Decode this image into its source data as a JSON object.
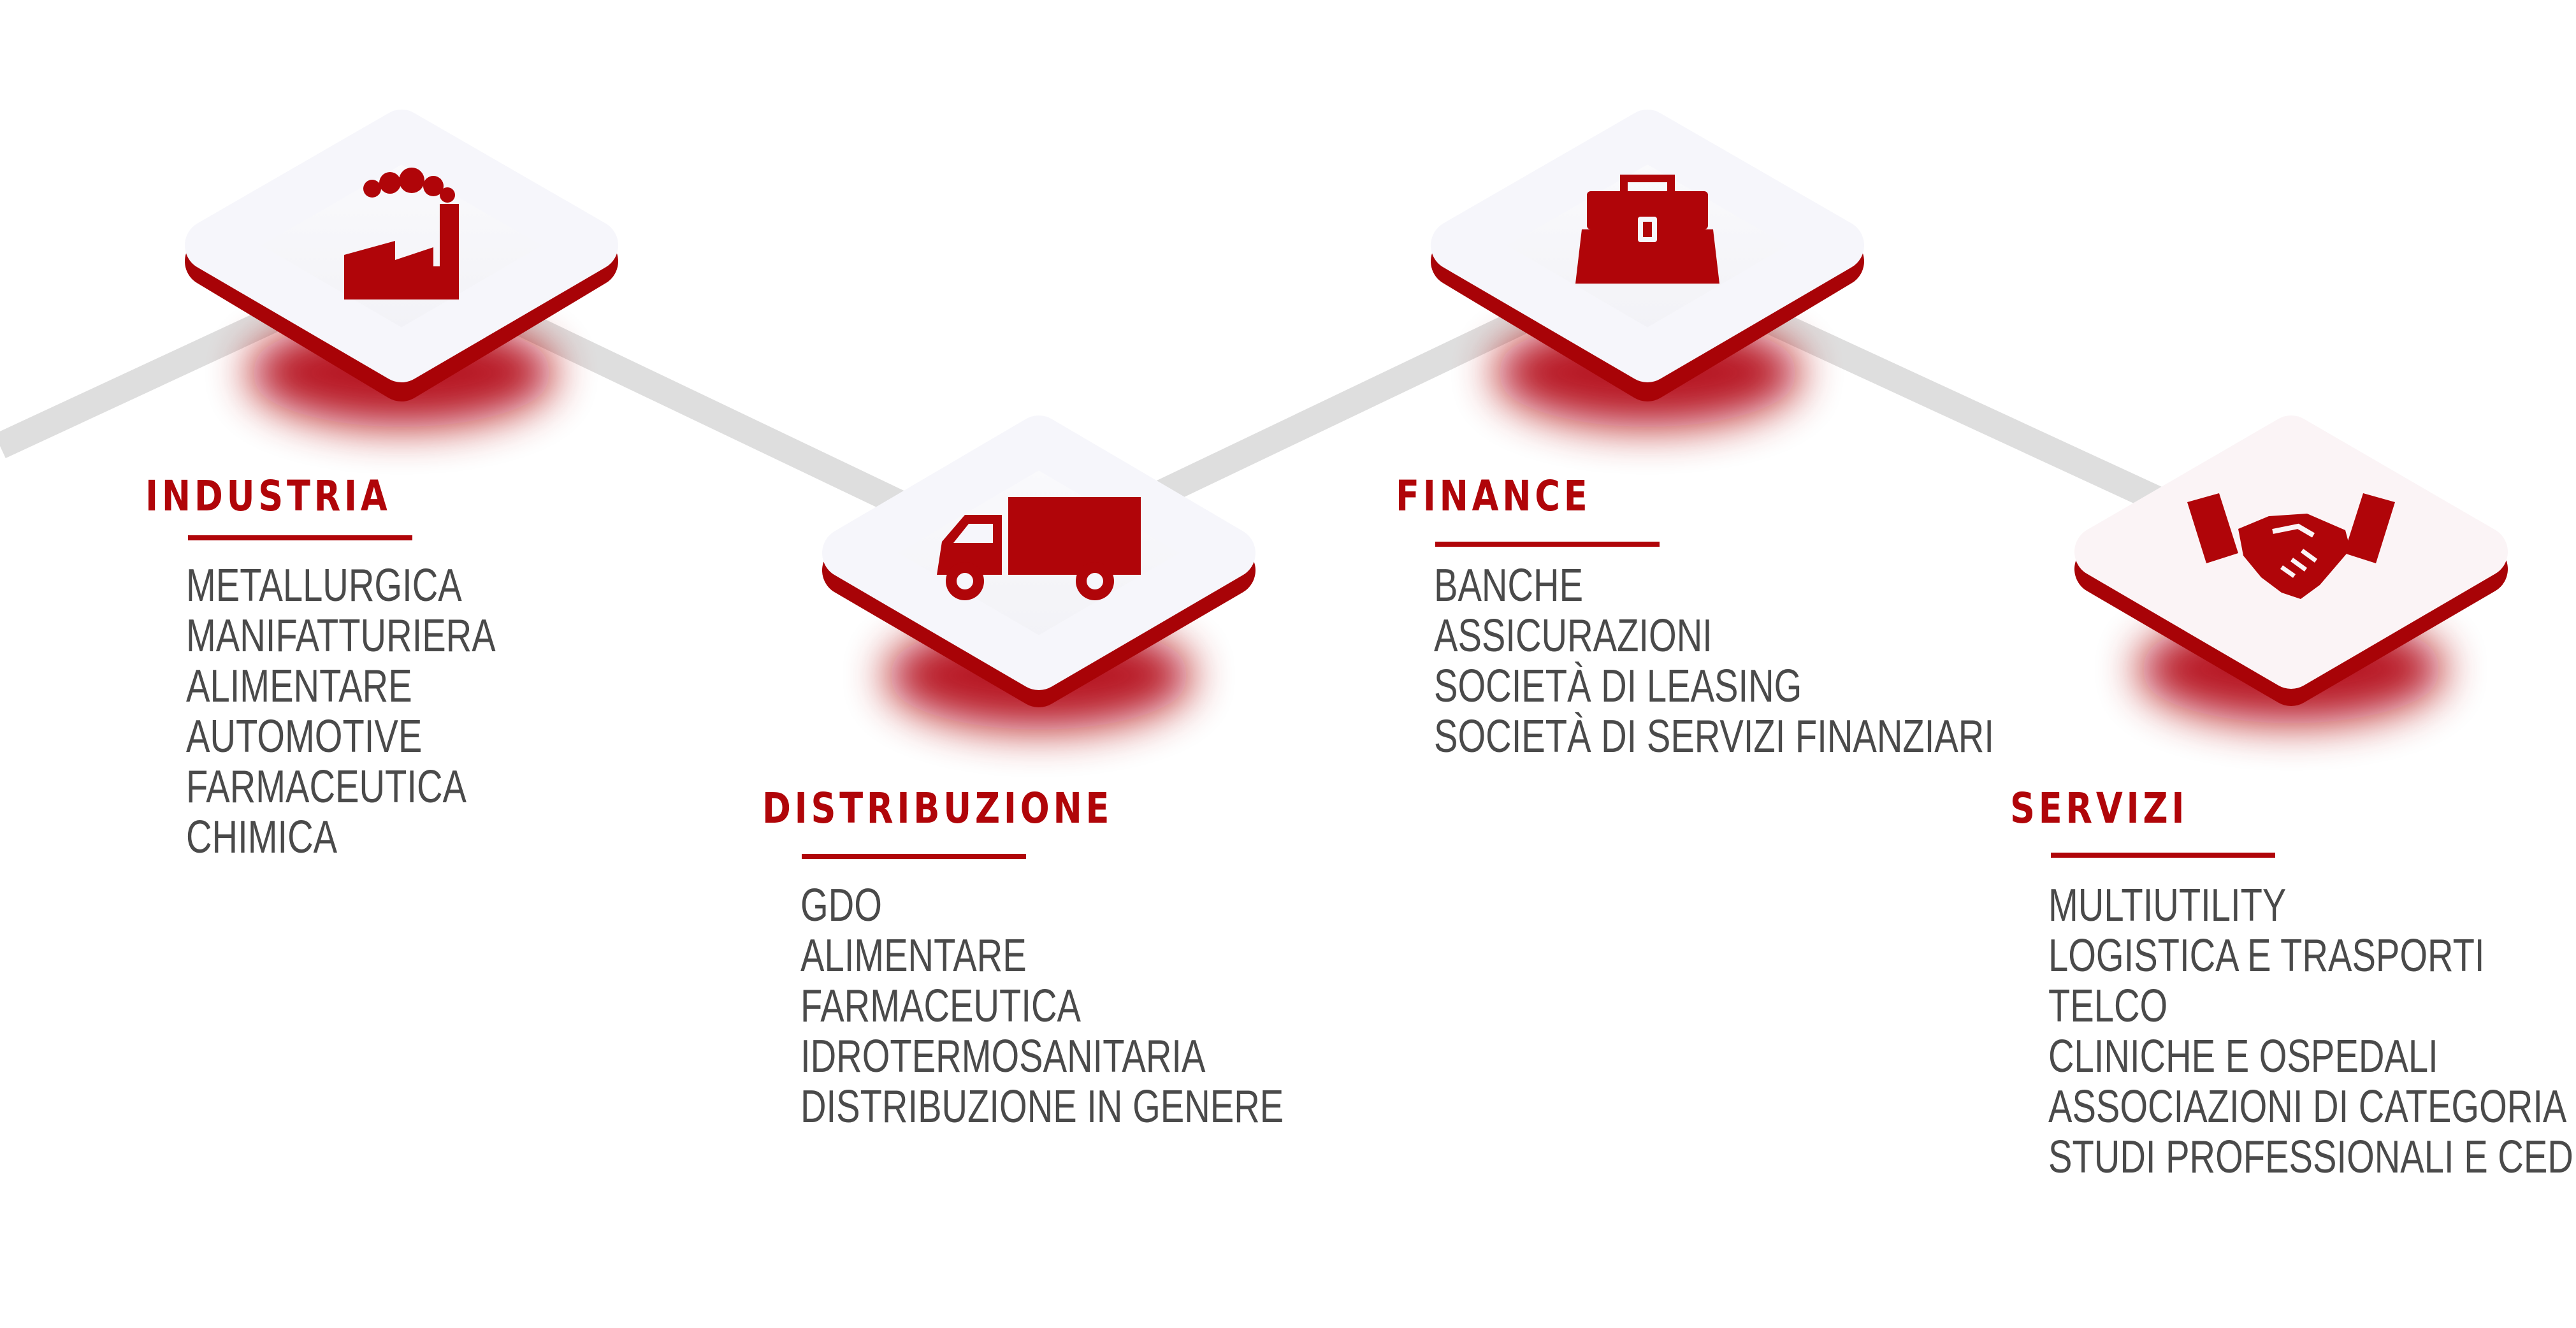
{
  "colors": {
    "accent": "#b00509",
    "accent_dark": "#8a0005",
    "line": "#dcdcdc",
    "text": "#4a4a4a"
  },
  "sections": [
    {
      "title": "INDUSTRIA",
      "icon": "factory-icon",
      "items": [
        "METALLURGICA",
        "MANIFATTURIERA",
        "ALIMENTARE",
        "AUTOMOTIVE",
        "FARMACEUTICA",
        "CHIMICA"
      ]
    },
    {
      "title": "DISTRIBUZIONE",
      "icon": "truck-icon",
      "items": [
        "GDO",
        "ALIMENTARE",
        "FARMACEUTICA",
        "IDROTERMOSANITARIA",
        "DISTRIBUZIONE IN GENERE"
      ]
    },
    {
      "title": "FINANCE",
      "icon": "briefcase-icon",
      "items": [
        "BANCHE",
        "ASSICURAZIONI",
        "SOCIETÀ DI LEASING",
        "SOCIETÀ DI SERVIZI FINANZIARI"
      ]
    },
    {
      "title": "SERVIZI",
      "icon": "handshake-icon",
      "items": [
        "MULTIUTILITY",
        "LOGISTICA E TRASPORTI",
        "TELCO",
        "CLINICHE E OSPEDALI",
        "ASSOCIAZIONI DI CATEGORIA",
        "STUDI PROFESSIONALI E CED"
      ]
    }
  ]
}
